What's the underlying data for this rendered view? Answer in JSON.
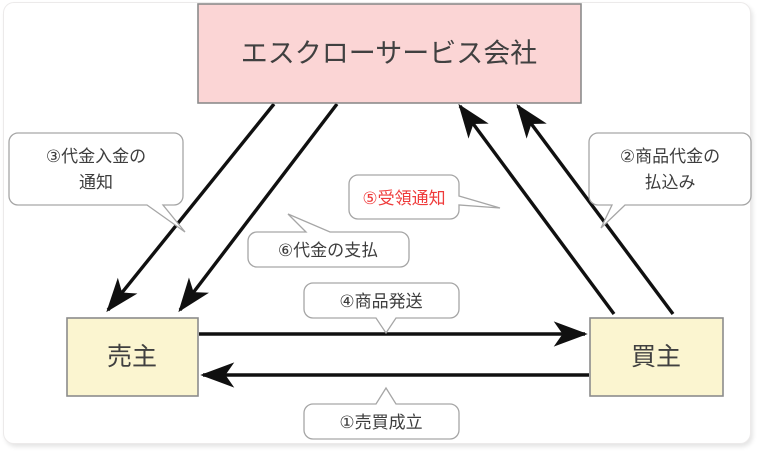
{
  "diagram": {
    "title_visible": false,
    "type": "escrow-transaction-flow",
    "colors": {
      "escrow_fill": "#fbd5d5",
      "escrow_stroke": "#8c8c8c",
      "party_fill": "#fbf5d0",
      "party_stroke": "#8c8c8c",
      "arrow": "#101010",
      "bubble_fill": "#ffffff",
      "bubble_stroke": "#a6a6a6",
      "text": "#404040",
      "highlight_text": "#ef3b3b",
      "frame_border": "#eceaea",
      "background": "#ffffff"
    },
    "nodes": [
      {
        "id": "escrow",
        "label": "エスクローサービス会社",
        "role": "escrow-company"
      },
      {
        "id": "seller",
        "label": "売主",
        "role": "seller"
      },
      {
        "id": "buyer",
        "label": "買主",
        "role": "buyer"
      }
    ],
    "steps": [
      {
        "id": "step1",
        "number": "①",
        "label": "①売買成立",
        "from": "seller",
        "to": "buyer",
        "highlight": false
      },
      {
        "id": "step2",
        "number": "②",
        "label": "②商品代金の\n払込み",
        "line1": "②商品代金の",
        "line2": "払込み",
        "from": "buyer",
        "to": "escrow",
        "highlight": false
      },
      {
        "id": "step3",
        "number": "③",
        "label": "③代金入金の\n通知",
        "line1": "③代金入金の",
        "line2": "通知",
        "from": "escrow",
        "to": "seller",
        "highlight": false
      },
      {
        "id": "step4",
        "number": "④",
        "label": "④商品発送",
        "from": "seller",
        "to": "buyer",
        "highlight": false
      },
      {
        "id": "step5",
        "number": "⑤",
        "label": "⑤受領通知",
        "from": "buyer",
        "to": "escrow",
        "highlight": true
      },
      {
        "id": "step6",
        "number": "⑥",
        "label": "⑥代金の支払",
        "from": "escrow",
        "to": "seller",
        "highlight": false
      }
    ]
  }
}
